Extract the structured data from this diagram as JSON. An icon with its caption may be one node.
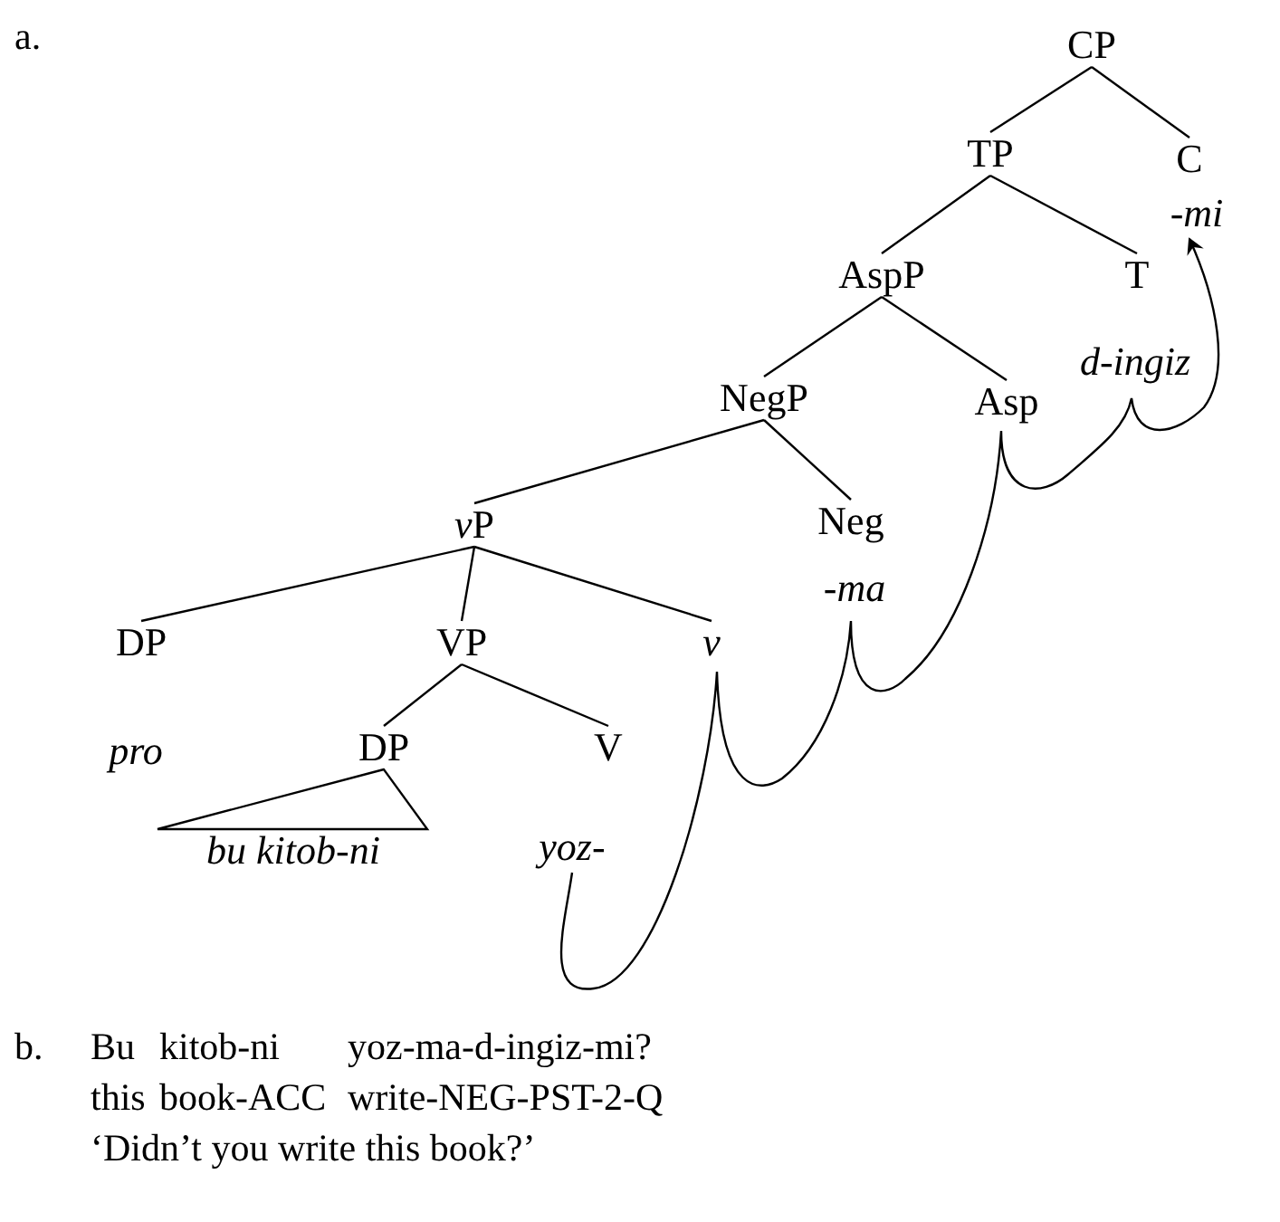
{
  "diagram": {
    "nodes": [
      {
        "text": [
          "CP"
        ]
      },
      {
        "text": [
          "TP"
        ]
      },
      {
        "text": [
          "C"
        ]
      },
      {
        "text": [
          "-mi"
        ]
      },
      {
        "text": [
          "AspP"
        ]
      },
      {
        "text": [
          "T"
        ]
      },
      {
        "text": [
          "d-ingiz"
        ]
      },
      {
        "text": [
          "NegP"
        ]
      },
      {
        "text": [
          "Asp"
        ]
      },
      {
        "text": [
          "vP"
        ]
      },
      {
        "text": [
          "Neg"
        ]
      },
      {
        "text": [
          "-ma"
        ]
      },
      {
        "text": [
          "DP"
        ]
      },
      {
        "text": [
          "VP"
        ]
      },
      {
        "text": [
          "v"
        ]
      },
      {
        "text": [
          "pro"
        ]
      },
      {
        "text": [
          "DP"
        ]
      },
      {
        "text": [
          "V"
        ]
      },
      {
        "text": [
          "bu kitob-ni"
        ]
      },
      {
        "text": [
          "yoz-"
        ]
      }
    ],
    "edges": [
      {
        "from": 0,
        "to": 1,
        "arrow": "none"
      },
      {
        "from": 0,
        "to": 2,
        "arrow": "none"
      },
      {
        "from": 1,
        "to": 4,
        "arrow": "none"
      },
      {
        "from": 1,
        "to": 5,
        "arrow": "none"
      },
      {
        "from": 4,
        "to": 7,
        "arrow": "none"
      },
      {
        "from": 4,
        "to": 8,
        "arrow": "none"
      },
      {
        "from": 7,
        "to": 9,
        "arrow": "none"
      },
      {
        "from": 7,
        "to": 10,
        "arrow": "none"
      },
      {
        "from": 9,
        "to": 12,
        "arrow": "none"
      },
      {
        "from": 9,
        "to": 13,
        "arrow": "none"
      },
      {
        "from": 9,
        "to": 14,
        "arrow": "none"
      },
      {
        "from": 13,
        "to": 16,
        "arrow": "none"
      },
      {
        "from": 13,
        "to": 17,
        "arrow": "none"
      },
      {
        "from": 16,
        "to": 18,
        "arrow": "none"
      },
      {
        "from": 19,
        "to": 3,
        "arrow": "to"
      }
    ],
    "labels": [
      "a.",
      "b.",
      "Bu",
      "kitob-ni",
      "yoz-ma-d-ingiz-mi?",
      "this",
      "book-ACC",
      "write-NEG-PST-2-Q",
      "‘Didn’t you write this book?’"
    ]
  }
}
